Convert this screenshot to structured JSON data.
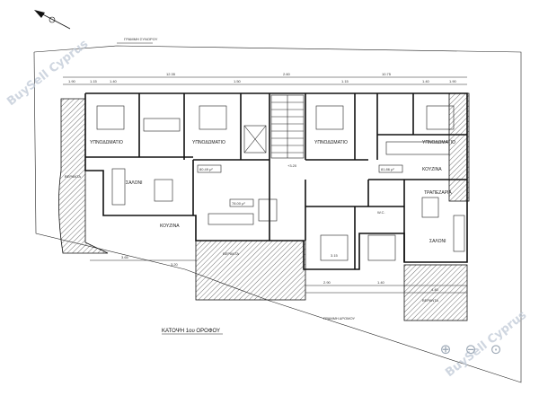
{
  "labels": {
    "road_top": "ΓΡΑΜΜΗ ΣΥΝΟΡΟΥ",
    "road_bottom": "ΓΡΑΜΜΗ ΔΡΟΜΟΥ",
    "bedroom": "ΥΠΝΟΔΩΜΑΤΙΟ",
    "living": "ΣΑΛΟΝΙ",
    "kitchen": "ΚΟΥΖΙΝΑ",
    "dining": "ΤΡΑΠΕΖΑΡΙΑ",
    "veranda": "ΒΕΡΑΝΤΑ",
    "wc": "W.C.",
    "floor_title": "ΚΑΤΟΨΗ 1ου ΟΡΟΦΟΥ",
    "area_1": "78.00 μ²",
    "area_2": "80.49 μ²",
    "area_3": "81.86 μ²",
    "level": "+3.20"
  },
  "dimensions": {
    "top_1": "12.35",
    "top_2": "2.60",
    "top_3": "10.75",
    "d1": "1.90",
    "d2": "1.15",
    "d3": "1.40",
    "d4": "1.50",
    "d5": "3.20",
    "d6": "2.90",
    "d7": "3.65",
    "d8": "4.40",
    "d9": "3.15"
  },
  "watermark": {
    "text": "BuySell Cyprus"
  },
  "viewer": {
    "zoom_in_icon": "⊕",
    "zoom_out_icon": "⊖",
    "zoom_reset_icon": "⊙"
  }
}
